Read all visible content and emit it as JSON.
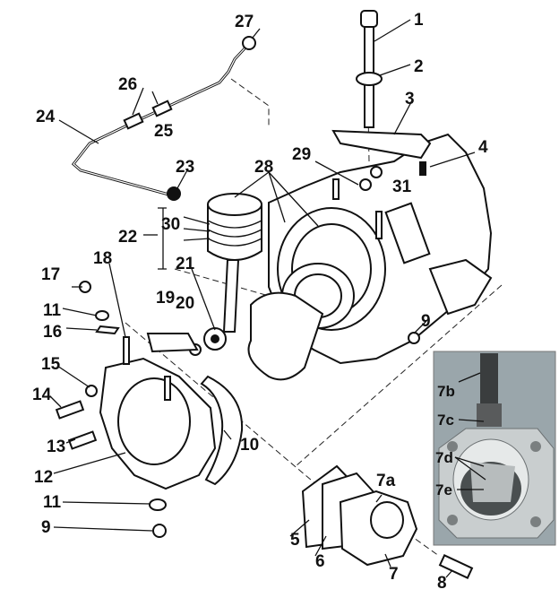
{
  "diagram": {
    "labels": {
      "l1": "1",
      "l2": "2",
      "l3": "3",
      "l4": "4",
      "l5": "5",
      "l6": "6",
      "l7": "7",
      "l8": "8",
      "l9a": "9",
      "l9b": "9",
      "l10": "10",
      "l11a": "11",
      "l11b": "11",
      "l12": "12",
      "l13": "13",
      "l14": "14",
      "l15": "15",
      "l16": "16",
      "l17": "17",
      "l18": "18",
      "l19": "19",
      "l20": "20",
      "l21": "21",
      "l22": "22",
      "l23": "23",
      "l24": "24",
      "l25": "25",
      "l26": "26",
      "l27": "27",
      "l28": "28",
      "l29": "29",
      "l30": "30",
      "l31": "31",
      "l7a": "7a"
    },
    "inset": {
      "l7b": "7b",
      "l7c": "7c",
      "l7d": "7d",
      "l7e": "7e"
    }
  }
}
